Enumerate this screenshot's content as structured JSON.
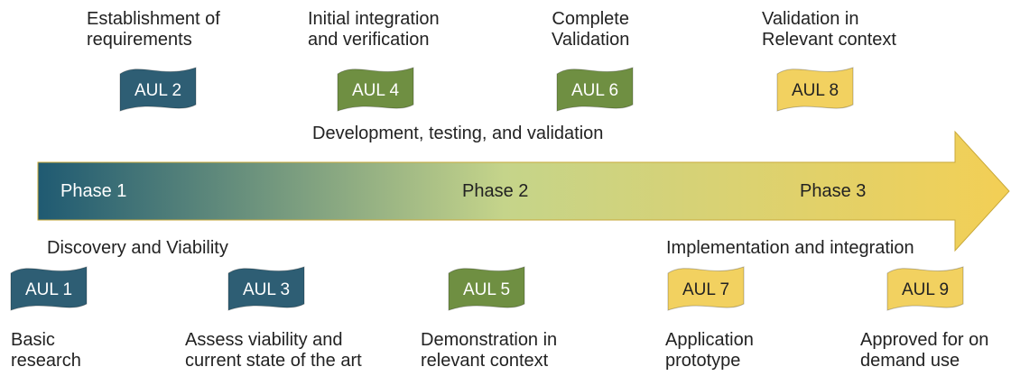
{
  "phases": [
    {
      "label": "Phase 1"
    },
    {
      "label": "Phase 2"
    },
    {
      "label": "Phase 3"
    }
  ],
  "stage_titles": {
    "development": "Development, testing, and validation",
    "discovery": "Discovery and Viability",
    "implementation": "Implementation and integration"
  },
  "levels": [
    {
      "label": "AUL 1",
      "color": "#2e5e74",
      "text_color": "#ffffff",
      "caption": [
        "Basic",
        "research"
      ]
    },
    {
      "label": "AUL 2",
      "color": "#2e5e74",
      "text_color": "#ffffff",
      "caption": [
        "Establishment of",
        "requirements"
      ]
    },
    {
      "label": "AUL 3",
      "color": "#2e5e74",
      "text_color": "#ffffff",
      "caption": [
        "Assess viability and",
        "current state of the art"
      ]
    },
    {
      "label": "AUL 4",
      "color": "#6f8f42",
      "text_color": "#ffffff",
      "caption": [
        "Initial integration",
        "and verification"
      ]
    },
    {
      "label": "AUL 5",
      "color": "#6f8f42",
      "text_color": "#ffffff",
      "caption": [
        "Demonstration in",
        "relevant context"
      ]
    },
    {
      "label": "AUL 6",
      "color": "#6f8f42",
      "text_color": "#ffffff",
      "caption": [
        "Complete",
        "Validation"
      ]
    },
    {
      "label": "AUL 7",
      "color": "#f2d160",
      "text_color": "#222222",
      "caption": [
        "Application",
        "prototype"
      ]
    },
    {
      "label": "AUL 8",
      "color": "#f2d160",
      "text_color": "#222222",
      "caption": [
        "Validation in",
        "Relevant context"
      ]
    },
    {
      "label": "AUL 9",
      "color": "#f2d160",
      "text_color": "#222222",
      "caption": [
        "Approved for on",
        "demand use"
      ]
    }
  ],
  "colors": {
    "arrow_start": "#1f5a72",
    "arrow_mid": "#c5d48a",
    "arrow_end": "#f3cf55",
    "phase1_text": "#ffffff",
    "phase_text": "#222222"
  }
}
